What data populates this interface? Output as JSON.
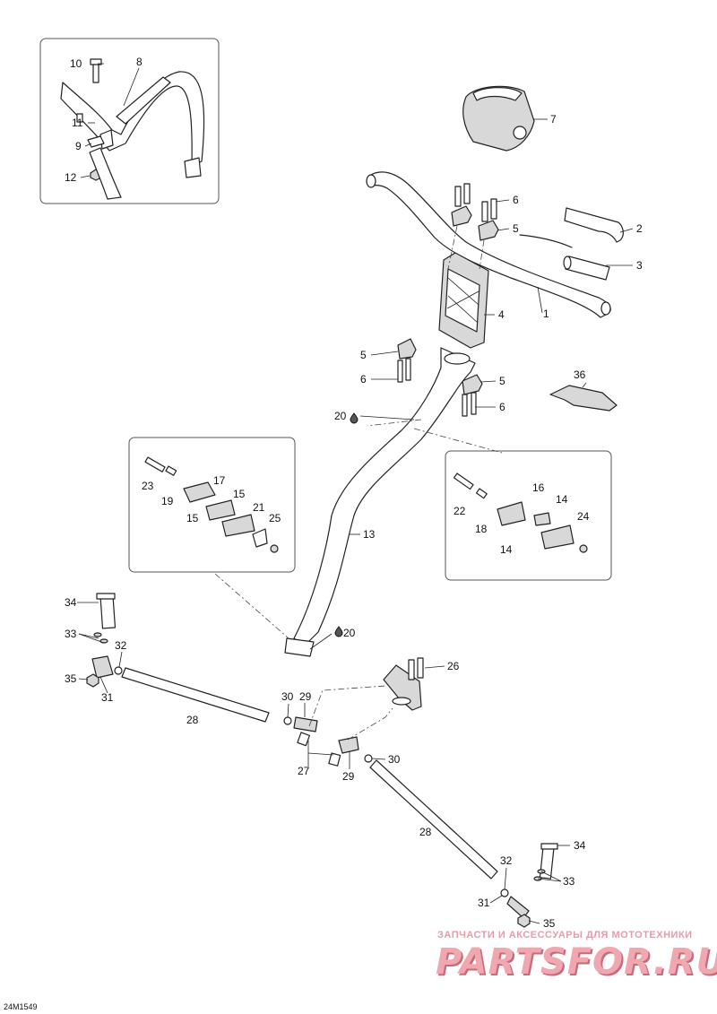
{
  "document_code": "24M1549",
  "watermark": {
    "tagline": "ЗАПЧАСТИ И АКСЕССУАРЫ ДЛЯ МОТОТЕХНИКИ",
    "logo": "PARTSFOR.RU"
  },
  "callouts": [
    {
      "id": "c1",
      "label": "1"
    },
    {
      "id": "c2",
      "label": "2"
    },
    {
      "id": "c3",
      "label": "3"
    },
    {
      "id": "c4",
      "label": "4"
    },
    {
      "id": "c5a",
      "label": "5"
    },
    {
      "id": "c5b",
      "label": "5"
    },
    {
      "id": "c5c",
      "label": "5"
    },
    {
      "id": "c6a",
      "label": "6"
    },
    {
      "id": "c6b",
      "label": "6"
    },
    {
      "id": "c6c",
      "label": "6"
    },
    {
      "id": "c7",
      "label": "7"
    },
    {
      "id": "c8",
      "label": "8"
    },
    {
      "id": "c9",
      "label": "9"
    },
    {
      "id": "c10",
      "label": "10"
    },
    {
      "id": "c11",
      "label": "11"
    },
    {
      "id": "c12",
      "label": "12"
    },
    {
      "id": "c13",
      "label": "13"
    },
    {
      "id": "c14a",
      "label": "14"
    },
    {
      "id": "c14b",
      "label": "14"
    },
    {
      "id": "c15a",
      "label": "15"
    },
    {
      "id": "c15b",
      "label": "15"
    },
    {
      "id": "c16",
      "label": "16"
    },
    {
      "id": "c17",
      "label": "17"
    },
    {
      "id": "c18",
      "label": "18"
    },
    {
      "id": "c19",
      "label": "19"
    },
    {
      "id": "c20a",
      "label": "20"
    },
    {
      "id": "c20b",
      "label": "20"
    },
    {
      "id": "c21",
      "label": "21"
    },
    {
      "id": "c22",
      "label": "22"
    },
    {
      "id": "c23",
      "label": "23"
    },
    {
      "id": "c24",
      "label": "24"
    },
    {
      "id": "c25",
      "label": "25"
    },
    {
      "id": "c26",
      "label": "26"
    },
    {
      "id": "c27",
      "label": "27"
    },
    {
      "id": "c28a",
      "label": "28"
    },
    {
      "id": "c28b",
      "label": "28"
    },
    {
      "id": "c29a",
      "label": "29"
    },
    {
      "id": "c29b",
      "label": "29"
    },
    {
      "id": "c30a",
      "label": "30"
    },
    {
      "id": "c30b",
      "label": "30"
    },
    {
      "id": "c31a",
      "label": "31"
    },
    {
      "id": "c31b",
      "label": "31"
    },
    {
      "id": "c32a",
      "label": "32"
    },
    {
      "id": "c32b",
      "label": "32"
    },
    {
      "id": "c33a",
      "label": "33"
    },
    {
      "id": "c33b",
      "label": "33"
    },
    {
      "id": "c34a",
      "label": "34"
    },
    {
      "id": "c34b",
      "label": "34"
    },
    {
      "id": "c35a",
      "label": "35"
    },
    {
      "id": "c35b",
      "label": "35"
    },
    {
      "id": "c36",
      "label": "36"
    }
  ],
  "icons": {
    "lubricant": "oil-drop-icon"
  }
}
